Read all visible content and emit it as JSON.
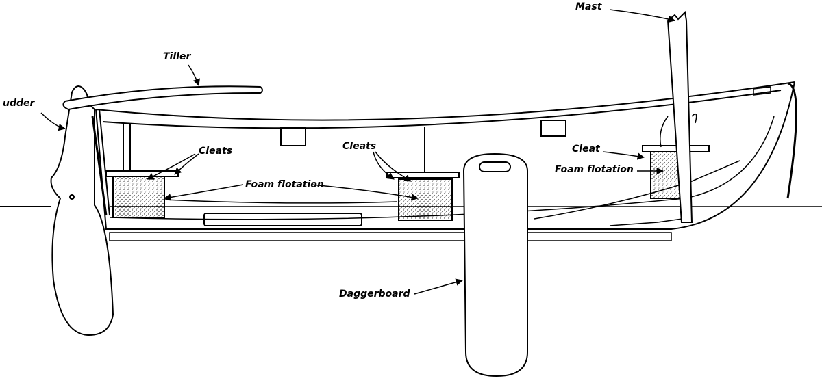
{
  "title": "Sailing dinghy side profile",
  "labels": {
    "mast": "Mast",
    "tiller": "Tiller",
    "rudder": "udder",
    "cleats_aft": "Cleats",
    "cleats_mid": "Cleats",
    "cleat_fwd": "Cleat",
    "foam_mid": "Foam flotation",
    "foam_fwd": "Foam flotation",
    "daggerboard": "Daggerboard"
  },
  "colors": {
    "ink": "#000000",
    "paper": "#ffffff"
  }
}
